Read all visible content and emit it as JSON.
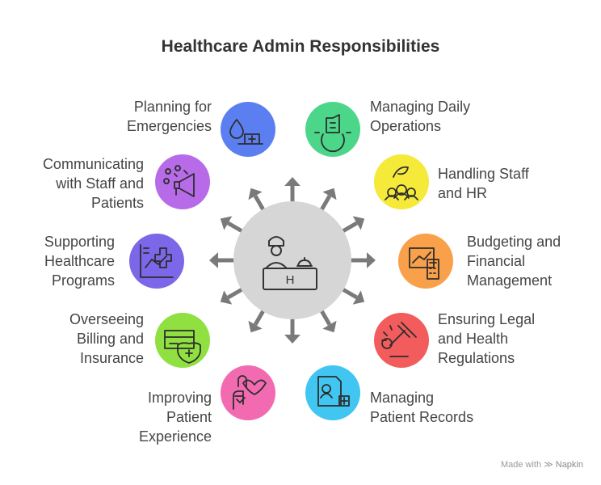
{
  "title": "Healthcare Admin Responsibilities",
  "center": {
    "icon": "receptionist-desk-icon",
    "desk_letter": "H",
    "color": "#d6d6d6"
  },
  "items": [
    {
      "id": "planning-emergencies",
      "lines": [
        "Planning for",
        "Emergencies"
      ],
      "icon": "blood-drop-hospital-icon",
      "color": "#5b7ff0"
    },
    {
      "id": "managing-daily-operations",
      "lines": [
        "Managing Daily",
        "Operations"
      ],
      "icon": "gear-building-icon",
      "color": "#4cd68a"
    },
    {
      "id": "handling-staff-hr",
      "lines": [
        "Handling Staff",
        "and HR"
      ],
      "icon": "staff-group-icon",
      "color": "#f5e93a"
    },
    {
      "id": "budgeting-financial",
      "lines": [
        "Budgeting and",
        "Financial",
        "Management"
      ],
      "icon": "calculator-chart-icon",
      "color": "#f9a04b"
    },
    {
      "id": "legal-health-regulations",
      "lines": [
        "Ensuring Legal",
        "and Health",
        "Regulations"
      ],
      "icon": "gavel-icon",
      "color": "#f25c5c"
    },
    {
      "id": "patient-records",
      "lines": [
        "Managing",
        "Patient Records"
      ],
      "icon": "patient-record-icon",
      "color": "#40c6f0"
    },
    {
      "id": "patient-experience",
      "lines": [
        "Improving",
        "Patient",
        "Experience"
      ],
      "icon": "hand-heart-icon",
      "color": "#f26bb0"
    },
    {
      "id": "billing-insurance",
      "lines": [
        "Overseeing",
        "Billing and",
        "Insurance"
      ],
      "icon": "card-shield-icon",
      "color": "#8fe040"
    },
    {
      "id": "healthcare-programs",
      "lines": [
        "Supporting",
        "Healthcare",
        "Programs"
      ],
      "icon": "chart-plus-icon",
      "color": "#7c67e8"
    },
    {
      "id": "communicating-staff-patients",
      "lines": [
        "Communicating",
        "with Staff and",
        "Patients"
      ],
      "icon": "megaphone-icon",
      "color": "#b86be8"
    }
  ],
  "footer": {
    "made_with": "Made with",
    "brand": "Napkin"
  }
}
